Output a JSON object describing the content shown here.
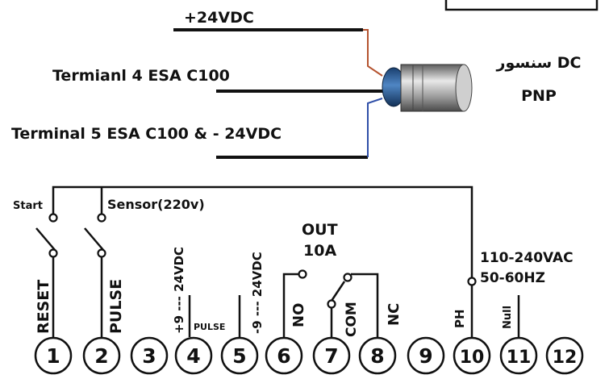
{
  "top_wires": {
    "plus24": "+24VDC",
    "terminal4": "Termianl 4   ESA C100",
    "terminal5": "Terminal 5  ESA C100 &  - 24VDC"
  },
  "sensor": {
    "type_line1": "سنسور  DC",
    "type_line2": "PNP",
    "wire_colors": [
      "#b5532f",
      "#6a6a6a",
      "#2f4fa8"
    ]
  },
  "switches": {
    "start": "Start",
    "sensor_220": "Sensor(220v)",
    "reset": "RESET",
    "pulse": "PULSE"
  },
  "labels": {
    "plus_9_24": "+9 --- 24VDC",
    "pulse_small": "PULSE",
    "minus_9_24": "-9 --- 24VDC",
    "out": "OUT",
    "out_amps": "10A",
    "no": "NO",
    "com": "COM",
    "nc": "NC",
    "power_range": "110-240VAC",
    "power_freq": "50-60HZ",
    "ph": "PH",
    "null": "Null"
  },
  "terminals": [
    "1",
    "2",
    "3",
    "4",
    "5",
    "6",
    "7",
    "8",
    "9",
    "10",
    "11",
    "12"
  ]
}
